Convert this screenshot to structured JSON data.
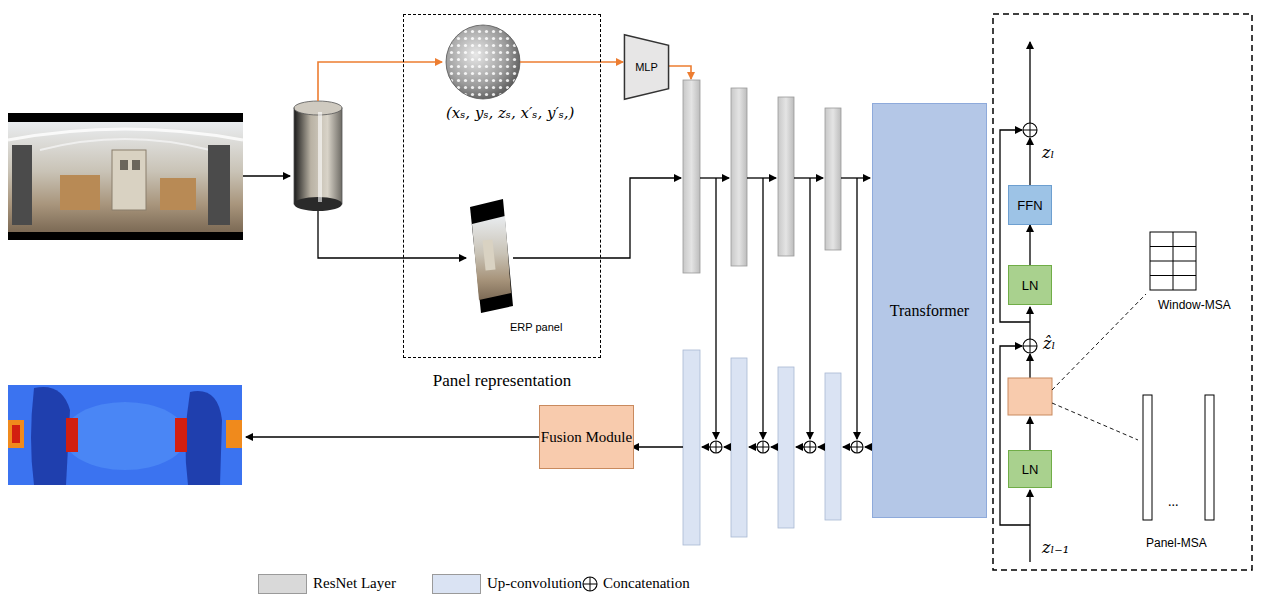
{
  "diagram": {
    "nodes": [
      {
        "text": [
          "Panel representation"
        ]
      },
      {
        "text": [
          "MLP"
        ]
      },
      {
        "text": [
          "Transformer"
        ]
      },
      {
        "text": [
          "FFN"
        ]
      },
      {
        "text": [
          "LN"
        ]
      },
      {
        "text": [
          "LN"
        ]
      },
      {
        "text": [
          "Fusion Module"
        ]
      }
    ],
    "edges": [
      {
        "from": 4,
        "to": 3,
        "arrow": "to"
      }
    ],
    "labels": [
      "(xₛ, yₛ, zₛ, x′ₛ, y′ₛ,)",
      "ERP panel",
      "zₗ",
      "ẑₗ",
      "zₗ₋₁",
      "Window-MSA",
      "Panel-MSA",
      "..."
    ],
    "legend": [
      {
        "text": "ResNet Layer",
        "color": "#d9d9d9"
      },
      {
        "text": "Up-convolution",
        "color": "#dae3f3"
      },
      {
        "text": "Concatenation"
      }
    ]
  }
}
